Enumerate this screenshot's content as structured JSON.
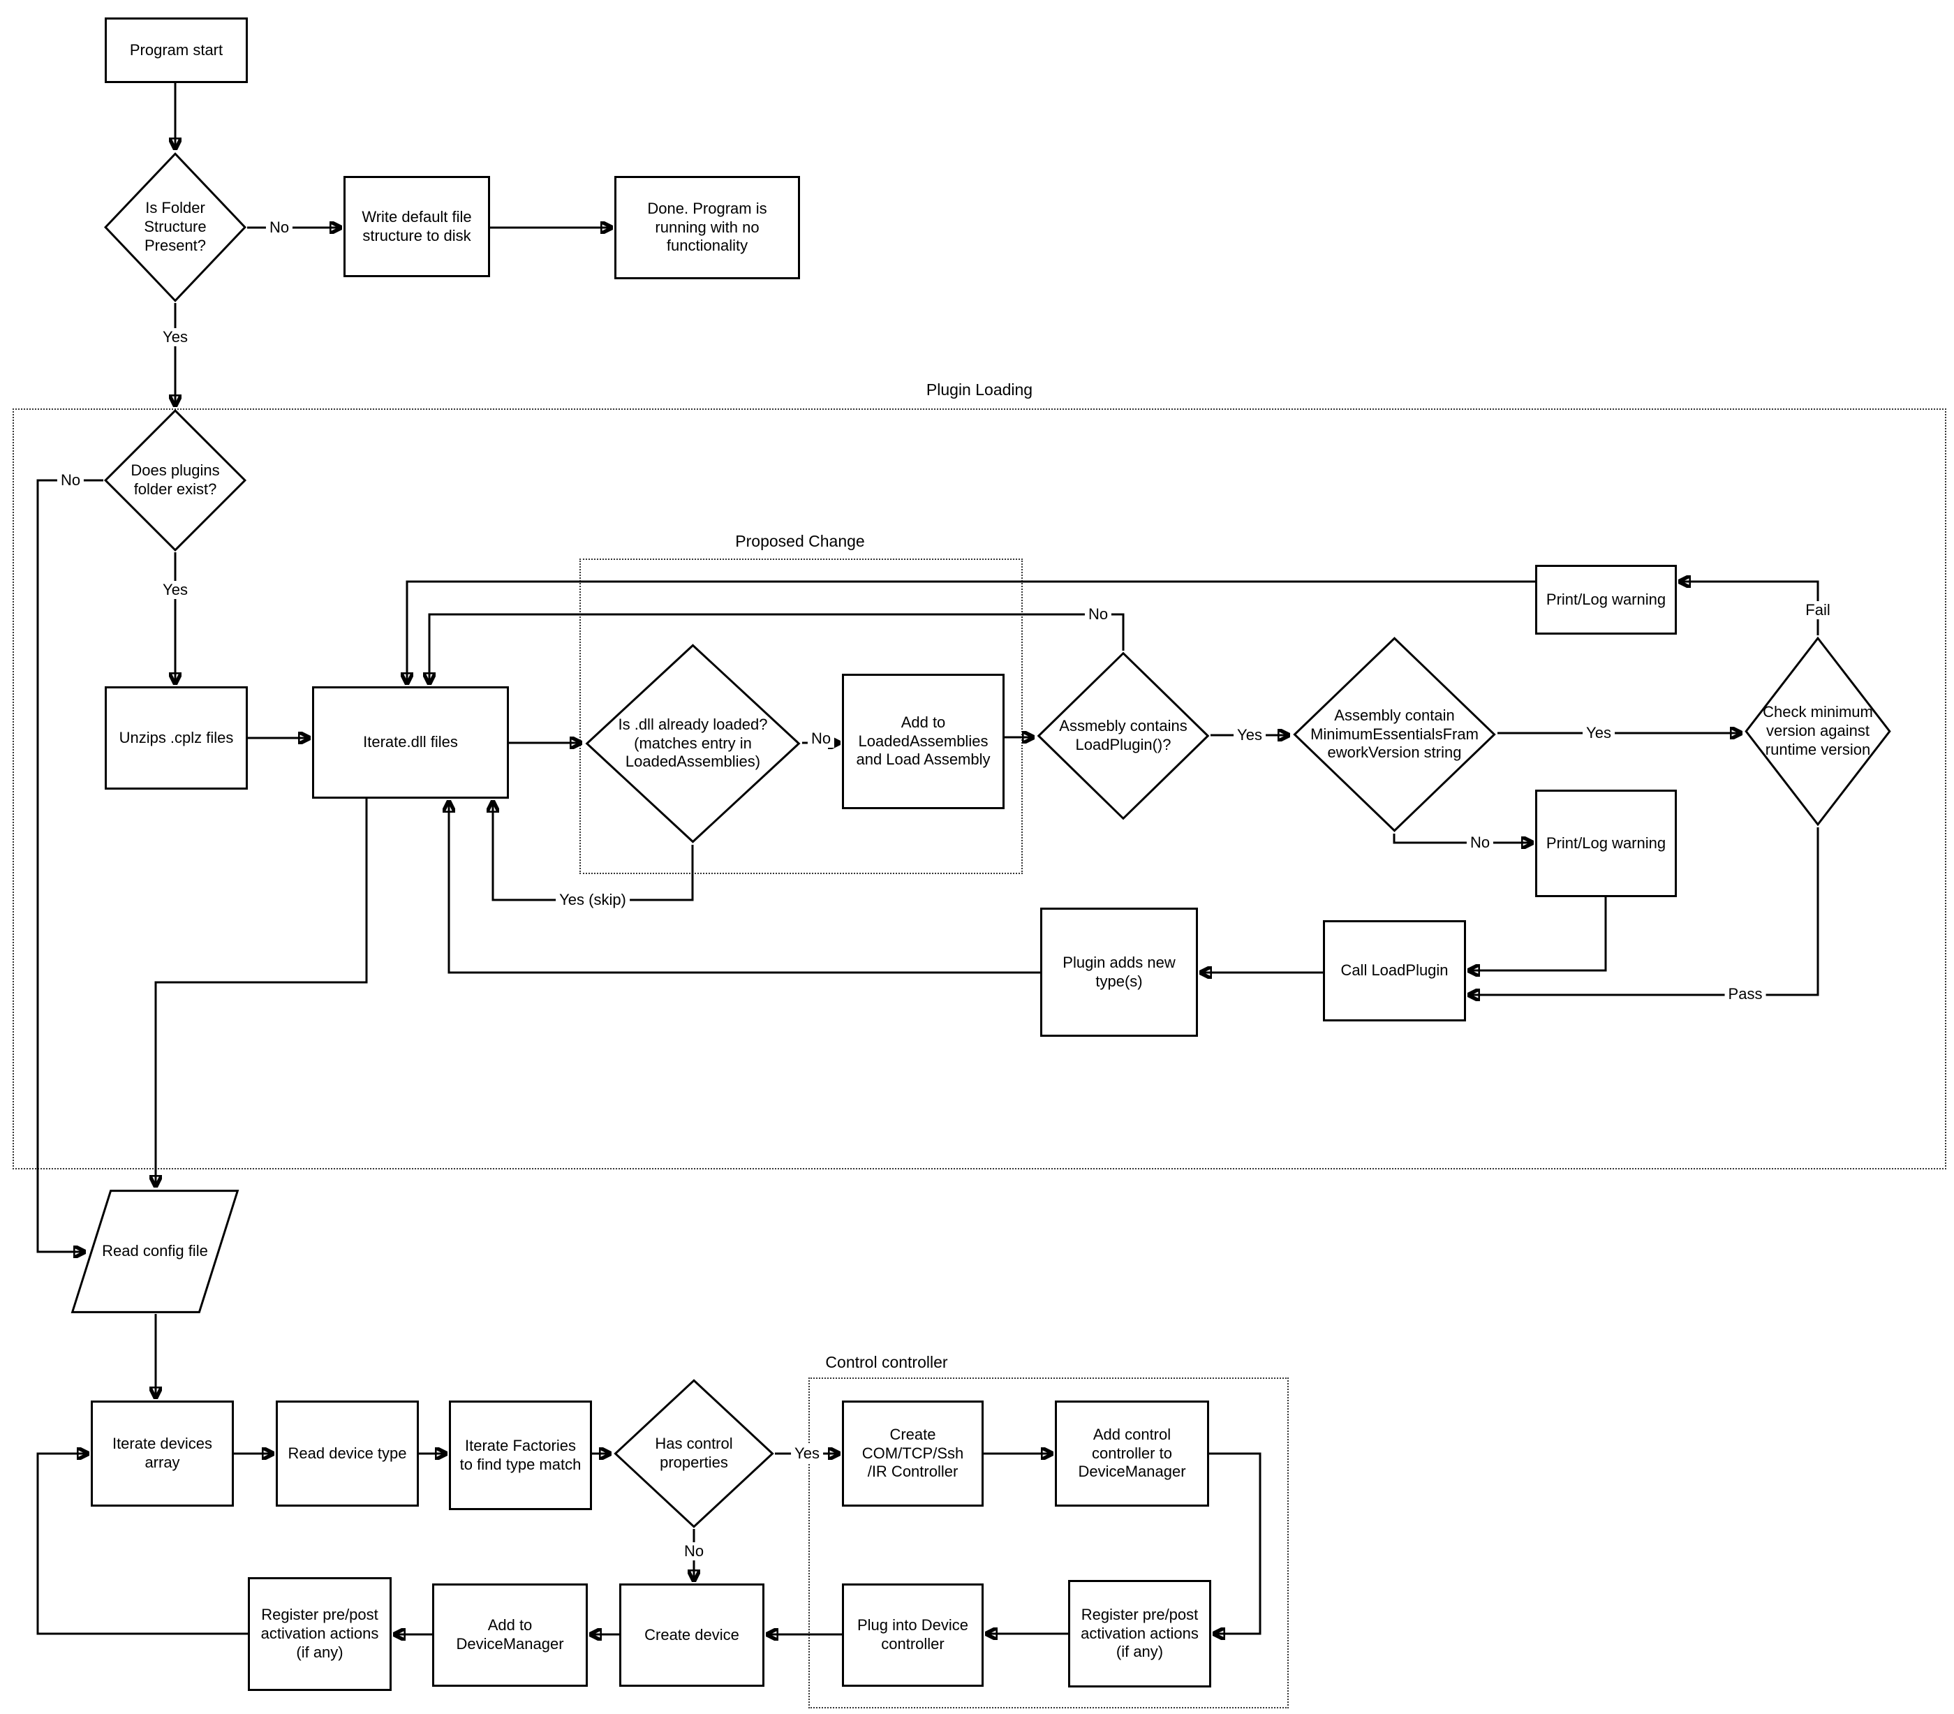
{
  "groups": {
    "plugin_loading": "Plugin Loading",
    "proposed_change": "Proposed Change",
    "control_controller": "Control controller"
  },
  "nodes": {
    "program_start": "Program start",
    "is_folder_structure": "Is Folder Structure Present?",
    "write_default": "Write default file structure to disk",
    "done_no_functionality": "Done.  Program is running with no functionality",
    "does_plugins_exist": "Does plugins folder exist?",
    "unzips_cplz": "Unzips .cplz files",
    "iterate_dll": "Iterate.dll files",
    "is_dll_loaded": "Is .dll already loaded? (matches entry in LoadedAssemblies)",
    "add_to_loaded": "Add to LoadedAssemblies and Load Assembly",
    "assembly_contains_loadplugin": "Assmebly contains LoadPlugin()?",
    "assembly_contains_minver": "Assembly contain MinimumEssentialsFrameworkVersion string",
    "check_min_version": "Check minimum version against runtime version",
    "printlog_warning_top": "Print/Log warning",
    "printlog_warning_bottom": "Print/Log warning",
    "call_loadplugin": "Call LoadPlugin",
    "plugin_adds_types": "Plugin adds new type(s)",
    "read_config": "Read config file",
    "iterate_devices": "Iterate devices array",
    "read_device_type": "Read device type",
    "iterate_factories": "Iterate Factories to find type match",
    "has_control_props": "Has control properties",
    "create_com_controller": "Create COM/TCP/Ssh /IR Controller",
    "add_control_controller": "Add control controller to DeviceManager",
    "register_prepost_right": "Register pre/post activation actions (if any)",
    "plug_into_device": "Plug into Device controller",
    "create_device": "Create device",
    "add_to_devicemanager": "Add to DeviceManager",
    "register_prepost_left": "Register pre/post activation actions (if any)"
  },
  "edge_labels": {
    "folder_no": "No",
    "folder_yes": "Yes",
    "plugins_no": "No",
    "plugins_yes": "Yes",
    "dll_loaded_no": "No",
    "dll_loaded_yes_skip": "Yes (skip)",
    "loadplugin_no": "No",
    "loadplugin_yes": "Yes",
    "minver_yes": "Yes",
    "minver_no": "No",
    "checkver_fail": "Fail",
    "checkver_pass": "Pass",
    "hascontrol_yes": "Yes",
    "hascontrol_no": "No"
  }
}
